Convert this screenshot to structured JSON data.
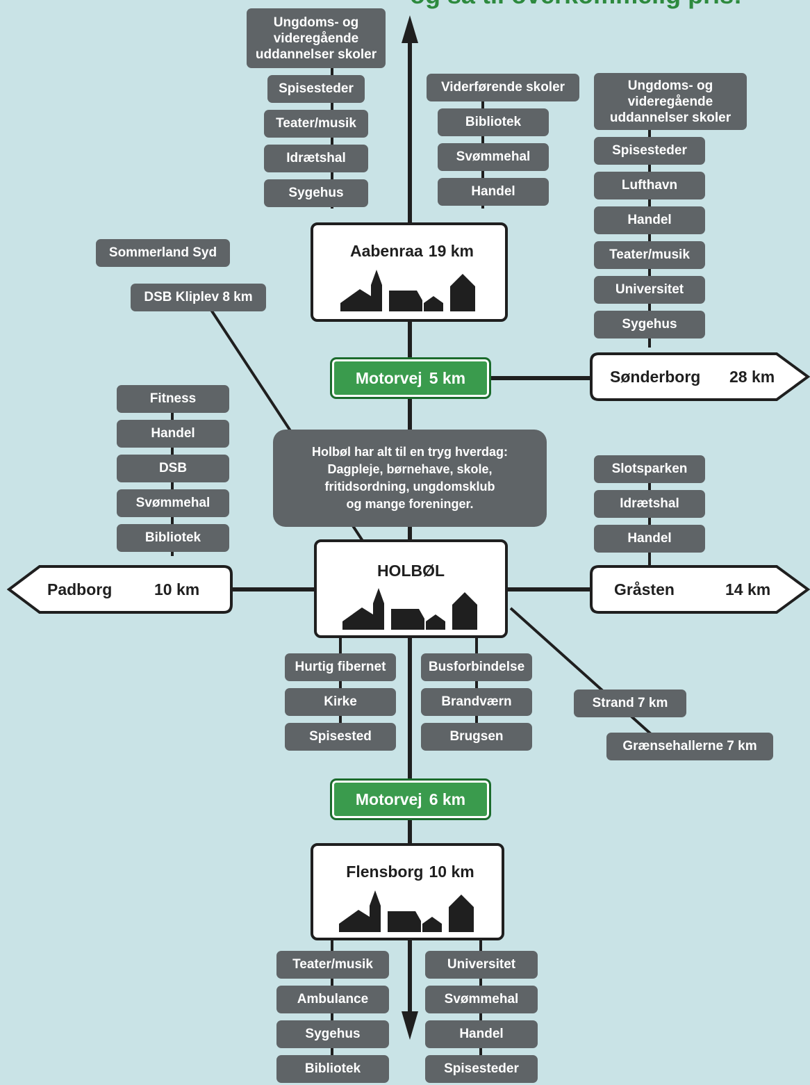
{
  "heading": "og så til overkommelig pris!",
  "north_stack_1": [
    "Ungdoms- og\nvideregående\nuddannelser skoler",
    "Spisesteder",
    "Teater/musik",
    "Idrætshal",
    "Sygehus"
  ],
  "north_stack_2": [
    "Viderførende skoler",
    "Bibliotek",
    "Svømmehal",
    "Handel"
  ],
  "east_stack_1": [
    "Ungdoms- og\nvideregående\nuddannelser skoler",
    "Spisesteder",
    "Lufthavn",
    "Handel",
    "Teater/musik",
    "Universitet",
    "Sygehus"
  ],
  "nw_tags": [
    "Sommerland Syd",
    "DSB Kliplev 8 km"
  ],
  "aabenraa": {
    "name": "Aabenraa",
    "dist": "19 km"
  },
  "motorvej_north": {
    "label": "Motorvej",
    "dist": "5 km"
  },
  "sonderborg": {
    "name": "Sønderborg",
    "dist": "28 km"
  },
  "west_stack": [
    "Fitness",
    "Handel",
    "DSB",
    "Svømmehal",
    "Bibliotek"
  ],
  "info_box": [
    "Holbøl har alt til en tryg hverdag:",
    "Dagpleje, børnehave, skole,",
    "fritidsordning, ungdomsklub",
    "og mange foreninger."
  ],
  "east_stack_2": [
    "Slotsparken",
    "Idrætshal",
    "Handel"
  ],
  "padborg": {
    "name": "Padborg",
    "dist": "10 km"
  },
  "holbol": {
    "name": "HOLBØL"
  },
  "grasten": {
    "name": "Gråsten",
    "dist": "14 km"
  },
  "south_stack_1": [
    "Hurtig fibernet",
    "Kirke",
    "Spisested"
  ],
  "south_stack_2": [
    "Busforbindelse",
    "Brandværn",
    "Brugsen"
  ],
  "se_tags": [
    "Strand 7 km",
    "Grænsehallerne 7 km"
  ],
  "motorvej_south": {
    "label": "Motorvej",
    "dist": "6 km"
  },
  "flensborg": {
    "name": "Flensborg",
    "dist": "10 km"
  },
  "bottom_stack_1": [
    "Teater/musik",
    "Ambulance",
    "Sygehus",
    "Bibliotek"
  ],
  "bottom_stack_2": [
    "Universitet",
    "Svømmehal",
    "Handel",
    "Spisesteder"
  ],
  "colors": {
    "background": "#c9e3e6",
    "tag": "#5f6467",
    "road_sign_green": "#3a9b4d",
    "line": "#1f1f1f"
  }
}
